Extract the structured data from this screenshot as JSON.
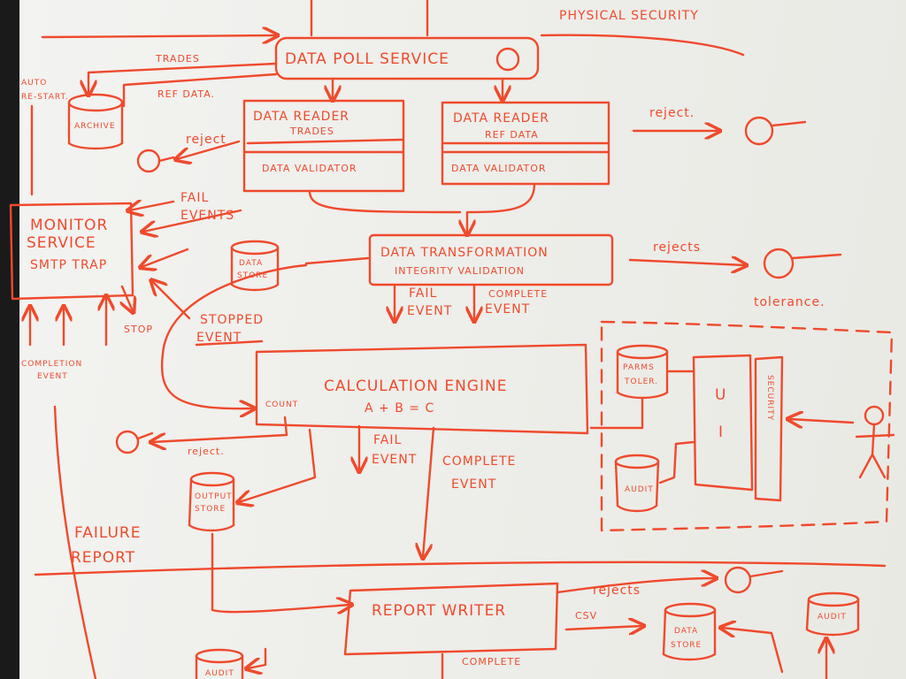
{
  "header": {
    "physical_security": "PHYSICAL SECURITY"
  },
  "poll": {
    "title": "DATA POLL SERVICE",
    "trades": "TRADES",
    "ref_data": "REF DATA.",
    "auto_restart_1": "AUTO",
    "auto_restart_2": "RE-START."
  },
  "archive": {
    "label": "ARCHIVE"
  },
  "reader_trades": {
    "line1": "DATA READER",
    "line2": "TRADES",
    "validator": "DATA VALIDATOR",
    "reject": "reject"
  },
  "reader_ref": {
    "line1": "DATA READER",
    "line2": "REF DATA",
    "validator": "DATA VALIDATOR",
    "reject": "reject."
  },
  "monitor": {
    "line1": "MONITOR",
    "line2": "SERVICE",
    "line3": "SMTP TRAP",
    "fail_1": "FAIL",
    "fail_2": "EVENTS",
    "stop": "STOP",
    "stopped_1": "STOPPED",
    "stopped_2": "EVENT",
    "completion_1": "COMPLETION",
    "completion_2": "EVENT"
  },
  "data_store_top": {
    "line1": "DATA",
    "line2": "STORE"
  },
  "transform": {
    "line1": "DATA TRANSFORMATION",
    "line2": "INTEGRITY VALIDATION",
    "rejects": "rejects",
    "tolerance": "tolerance.",
    "fail_1": "FAIL",
    "fail_2": "EVENT",
    "complete_1": "COMPLETE",
    "complete_2": "EVENT"
  },
  "engine": {
    "title": "CALCULATION ENGINE",
    "formula": "A + B = C",
    "count": "COUNT",
    "reject": "reject.",
    "fail_1": "FAIL",
    "fail_2": "EVENT",
    "complete_1": "COMPLETE",
    "complete_2": "EVENT"
  },
  "output_store": {
    "line1": "OUTPUT",
    "line2": "STORE"
  },
  "secure_zone": {
    "params_1": "PARMS",
    "params_2": "TOLER.",
    "ui": "U I",
    "security": "SECURITY",
    "audit": "AUDIT"
  },
  "failure_report": {
    "line1": "FAILURE",
    "line2": "REPORT"
  },
  "report": {
    "title": "REPORT WRITER",
    "rejects": "rejects",
    "csv": "CSV",
    "complete": "COMPLETE"
  },
  "data_store_bottom": {
    "line1": "DATA",
    "line2": "STORE"
  },
  "audit_right": {
    "label": "AUDIT"
  },
  "audit_bottom": {
    "label": "AUDIT"
  },
  "colors": {
    "ink": "#ef4a2c",
    "board": "#eeeeea",
    "frame": "#1a1a1a"
  }
}
